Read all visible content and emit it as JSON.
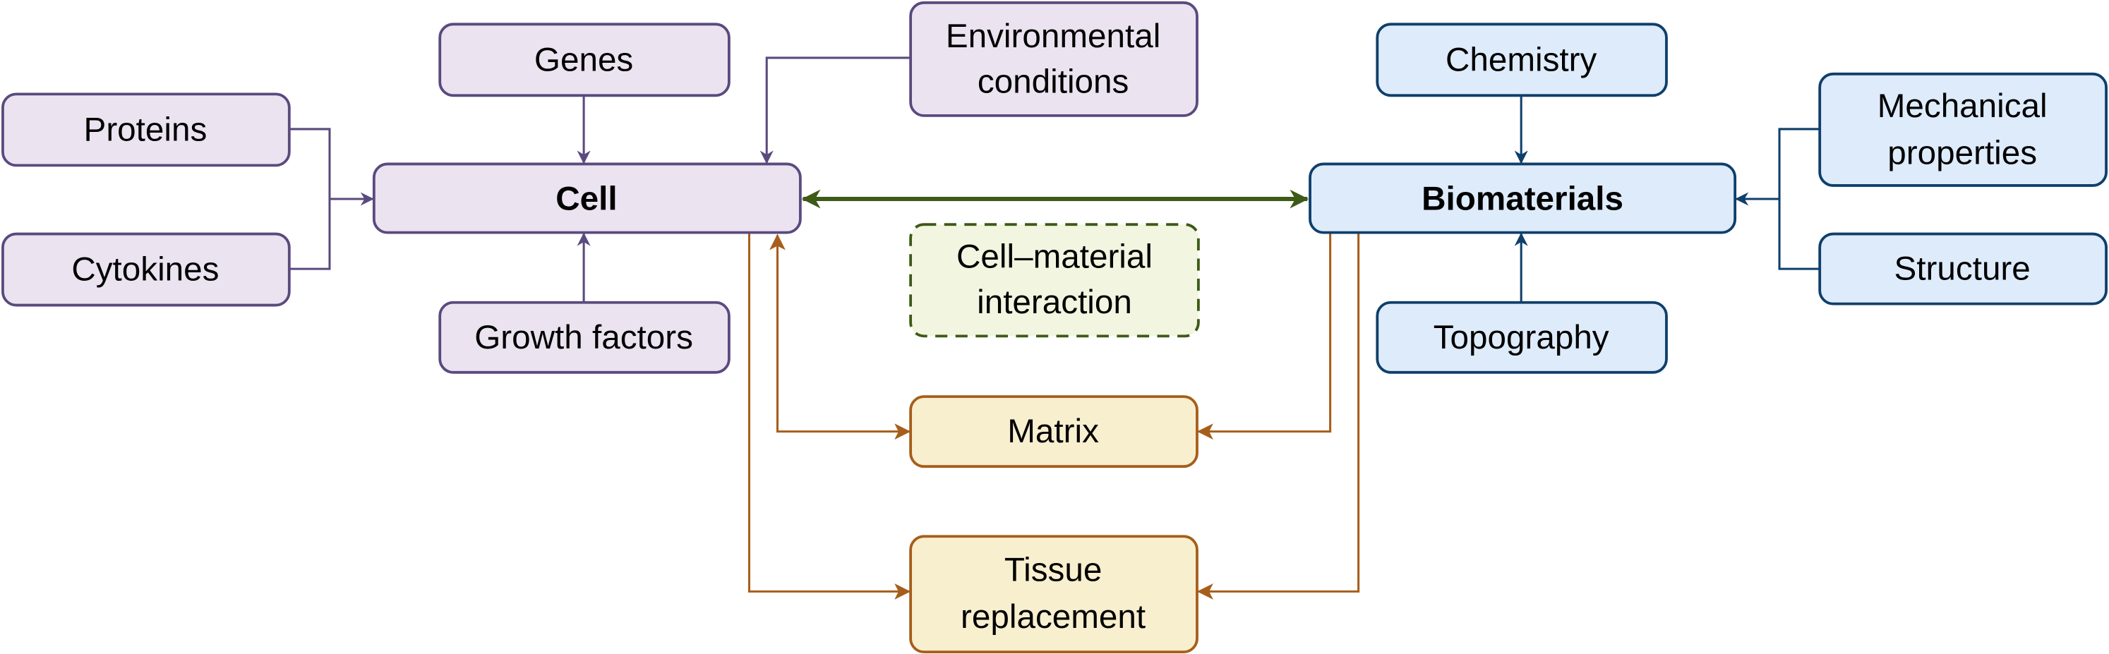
{
  "colors": {
    "cell_group_stroke": "#5a4a7e",
    "cell_group_fill": "#ebe3f0",
    "biomaterial_group_stroke": "#0f3f6b",
    "biomaterial_group_fill": "#deebfa",
    "outcome_stroke": "#a65e1a",
    "outcome_fill": "#f8efcf",
    "interaction_stroke": "#3d5a17",
    "interaction_fill": "#f2f5df"
  },
  "nodes": {
    "proteins": "Proteins",
    "cytokines": "Cytokines",
    "genes": "Genes",
    "environmental": [
      "Environmental",
      "conditions"
    ],
    "cell": "Cell",
    "growth_factors": "Growth factors",
    "chemistry": "Chemistry",
    "mechanical": [
      "Mechanical",
      "properties"
    ],
    "biomaterials": "Biomaterials",
    "structure": "Structure",
    "topography": "Topography",
    "interaction": [
      "Cell–material",
      "interaction"
    ],
    "matrix": "Matrix",
    "tissue": [
      "Tissue",
      "replacement"
    ]
  },
  "edges": [
    {
      "from": "Proteins",
      "to": "Cell"
    },
    {
      "from": "Cytokines",
      "to": "Cell"
    },
    {
      "from": "Genes",
      "to": "Cell"
    },
    {
      "from": "Environmental conditions",
      "to": "Cell"
    },
    {
      "from": "Growth factors",
      "to": "Cell"
    },
    {
      "from": "Cell",
      "to": "Biomaterials",
      "bidirectional": true
    },
    {
      "from": "Cell",
      "to": "Matrix",
      "bidirectional": true
    },
    {
      "from": "Cell",
      "to": "Tissue replacement"
    },
    {
      "from": "Biomaterials",
      "to": "Matrix"
    },
    {
      "from": "Biomaterials",
      "to": "Tissue replacement"
    },
    {
      "from": "Chemistry",
      "to": "Biomaterials"
    },
    {
      "from": "Topography",
      "to": "Biomaterials"
    },
    {
      "from": "Mechanical properties",
      "to": "Biomaterials"
    },
    {
      "from": "Structure",
      "to": "Biomaterials"
    }
  ]
}
